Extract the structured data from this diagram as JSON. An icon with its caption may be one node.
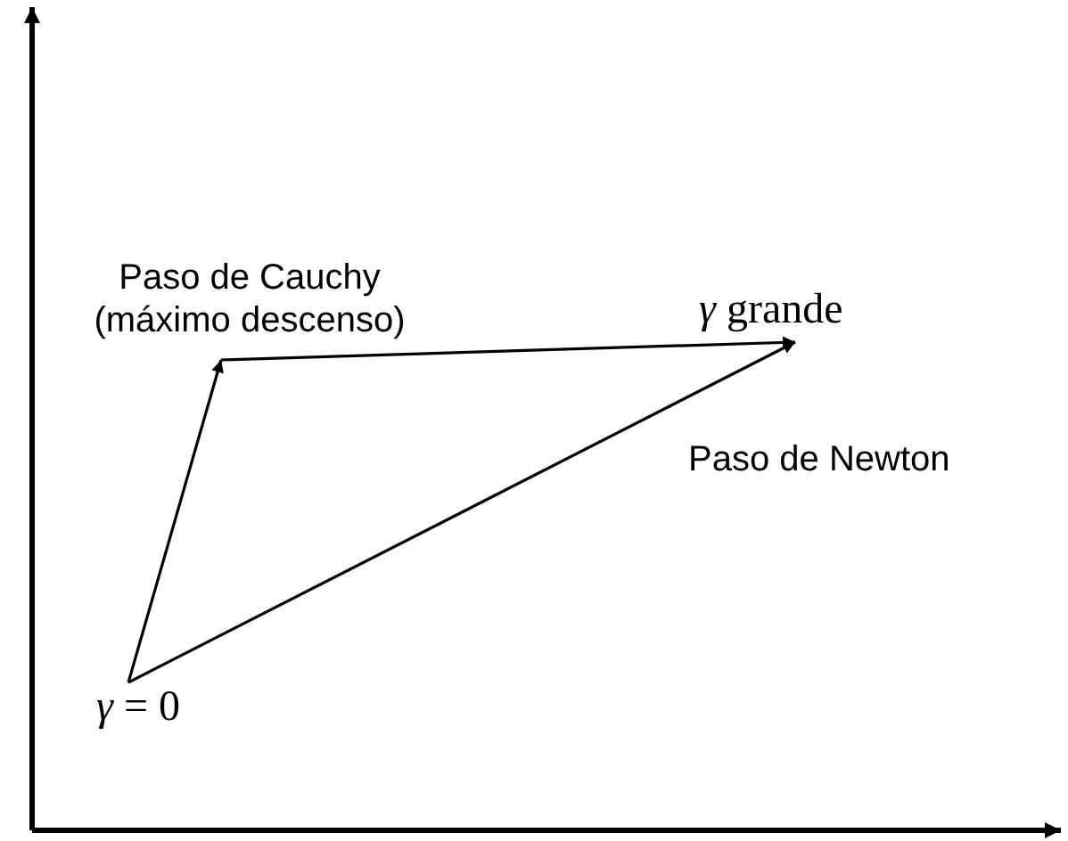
{
  "diagram": {
    "nodes": [
      {
        "text": [
          "*γ* = 0"
        ]
      },
      {
        "text": [
          "Paso de Cauchy (máximo descenso)"
        ]
      },
      {
        "text": [
          "*γ* grande"
        ]
      }
    ],
    "edges": [
      {
        "from": 0,
        "to": 1,
        "arrow": "to"
      },
      {
        "from": 1,
        "to": 2,
        "arrow": "to"
      },
      {
        "from": 0,
        "to": 2,
        "arrow": "to",
        "label": "Paso de Newton"
      }
    ]
  }
}
